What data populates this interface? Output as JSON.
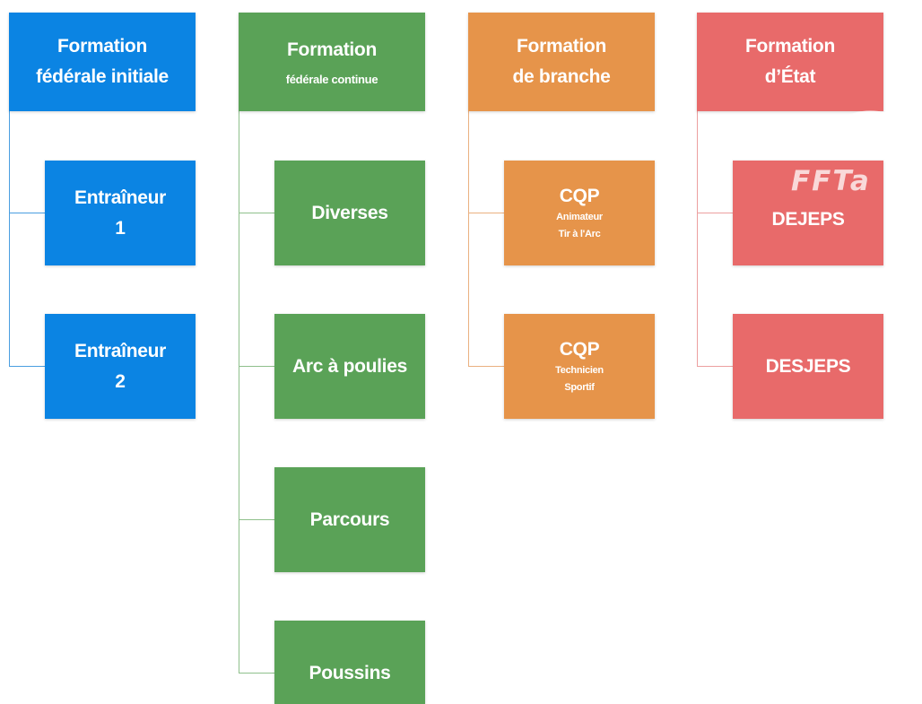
{
  "columns": [
    {
      "header": {
        "line1": "Formation",
        "line2": "fédérale initiale"
      },
      "children": [
        {
          "line1": "Entraîneur",
          "line2": "1"
        },
        {
          "line1": "Entraîneur",
          "line2": "2"
        }
      ]
    },
    {
      "header": {
        "line1": "Formation",
        "line2": "fédérale continue"
      },
      "children": [
        {
          "line1": "Diverses"
        },
        {
          "line1": "Arc à poulies"
        },
        {
          "line1": "Parcours"
        },
        {
          "line1": "Poussins"
        }
      ]
    },
    {
      "header": {
        "line1": "Formation",
        "line2": "de branche"
      },
      "children": [
        {
          "line1": "CQP",
          "line2": "Animateur",
          "line3": "Tir à l'Arc"
        },
        {
          "line1": "CQP",
          "line2": "Technicien",
          "line3": "Sportif"
        }
      ]
    },
    {
      "header": {
        "line1": "Formation",
        "line2": "d’État"
      },
      "children": [
        {
          "line1": "DEJEPS"
        },
        {
          "line1": "DESJEPS"
        }
      ]
    }
  ],
  "watermark": {
    "text": "FFTa"
  },
  "colors": {
    "blue": "#0b84e3",
    "green": "#5aa257",
    "orange": "#e6944a",
    "red": "#e86a6a"
  }
}
